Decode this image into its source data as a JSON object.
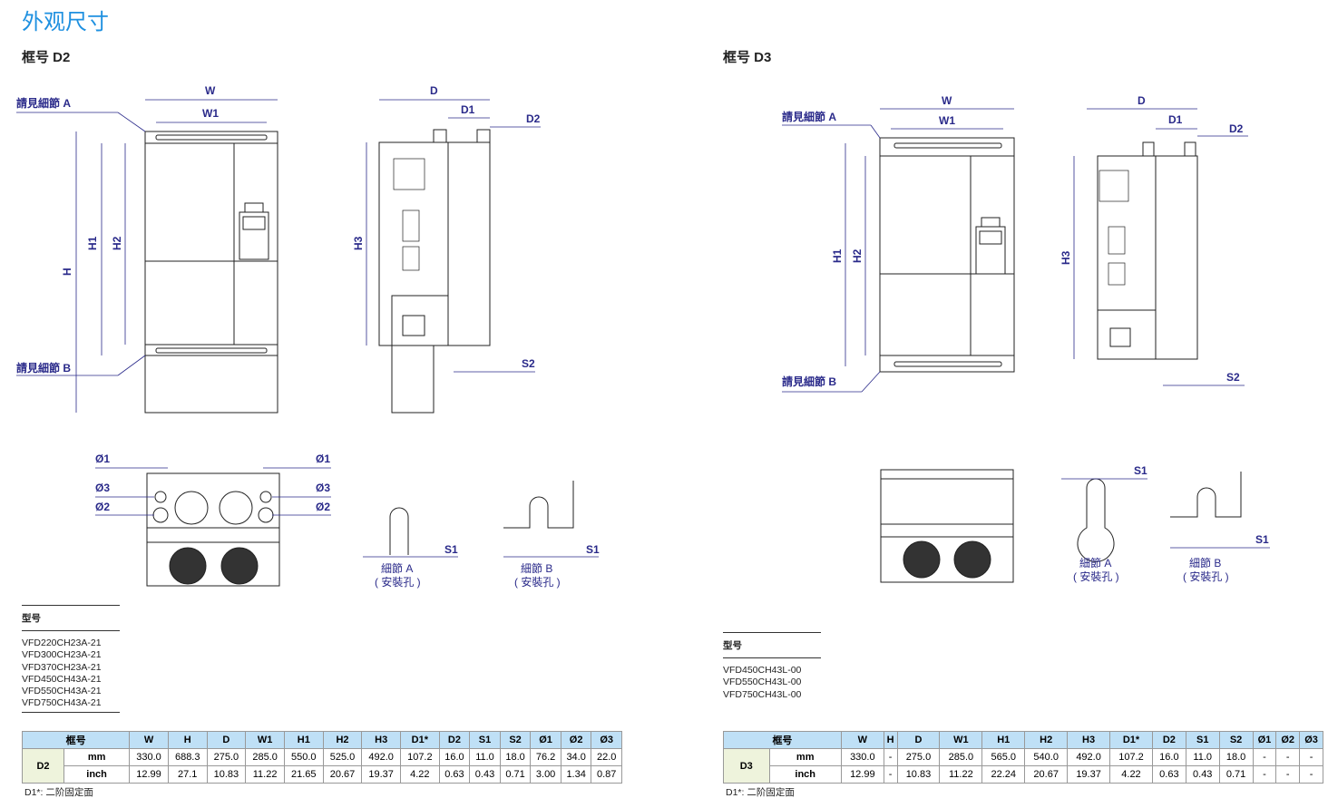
{
  "title": "外观尺寸",
  "left": {
    "frame_title": "框号 D2",
    "callout_a": "請見細節 A",
    "callout_b": "請見細節 B",
    "dims": {
      "W": "W",
      "W1": "W1",
      "H": "H",
      "H1": "H1",
      "H2": "H2",
      "H3": "H3",
      "D": "D",
      "D1": "D1",
      "D2": "D2",
      "S1": "S1",
      "S2": "S2",
      "O1": "Ø1",
      "O2": "Ø2",
      "O3": "Ø3"
    },
    "detail_a": "細節 A",
    "detail_b": "細節 B",
    "mount_hole": "( 安裝孔 )",
    "models_header": "型号",
    "models": [
      "VFD220CH23A-21",
      "VFD300CH23A-21",
      "VFD370CH23A-21",
      "VFD450CH43A-21",
      "VFD550CH43A-21",
      "VFD750CH43A-21"
    ],
    "table": {
      "headers": [
        "框号",
        "W",
        "H",
        "D",
        "W1",
        "H1",
        "H2",
        "H3",
        "D1*",
        "D2",
        "S1",
        "S2",
        "Ø1",
        "Ø2",
        "Ø3"
      ],
      "frame": "D2",
      "rows": [
        {
          "unit": "mm",
          "values": [
            "330.0",
            "688.3",
            "275.0",
            "285.0",
            "550.0",
            "525.0",
            "492.0",
            "107.2",
            "16.0",
            "11.0",
            "18.0",
            "76.2",
            "34.0",
            "22.0"
          ]
        },
        {
          "unit": "inch",
          "values": [
            "12.99",
            "27.1",
            "10.83",
            "11.22",
            "21.65",
            "20.67",
            "19.37",
            "4.22",
            "0.63",
            "0.43",
            "0.71",
            "3.00",
            "1.34",
            "0.87"
          ]
        }
      ]
    },
    "note": "D1*: 二阶固定面"
  },
  "right": {
    "frame_title": "框号 D3",
    "callout_a": "請見細節 A",
    "callout_b": "請見細節 B",
    "dims": {
      "W": "W",
      "W1": "W1",
      "H1": "H1",
      "H2": "H2",
      "H3": "H3",
      "D": "D",
      "D1": "D1",
      "D2": "D2",
      "S1": "S1",
      "S2": "S2"
    },
    "detail_a": "細節 A",
    "detail_b": "細節 B",
    "mount_hole": "( 安裝孔 )",
    "models_header": "型号",
    "models": [
      "VFD450CH43L-00",
      "VFD550CH43L-00",
      "VFD750CH43L-00"
    ],
    "table": {
      "headers": [
        "框号",
        "W",
        "H",
        "D",
        "W1",
        "H1",
        "H2",
        "H3",
        "D1*",
        "D2",
        "S1",
        "S2",
        "Ø1",
        "Ø2",
        "Ø3"
      ],
      "frame": "D3",
      "rows": [
        {
          "unit": "mm",
          "values": [
            "330.0",
            "-",
            "275.0",
            "285.0",
            "565.0",
            "540.0",
            "492.0",
            "107.2",
            "16.0",
            "11.0",
            "18.0",
            "-",
            "-",
            "-"
          ]
        },
        {
          "unit": "inch",
          "values": [
            "12.99",
            "-",
            "10.83",
            "11.22",
            "22.24",
            "20.67",
            "19.37",
            "4.22",
            "0.63",
            "0.43",
            "0.71",
            "-",
            "-",
            "-"
          ]
        }
      ]
    },
    "note": "D1*: 二阶固定面"
  }
}
